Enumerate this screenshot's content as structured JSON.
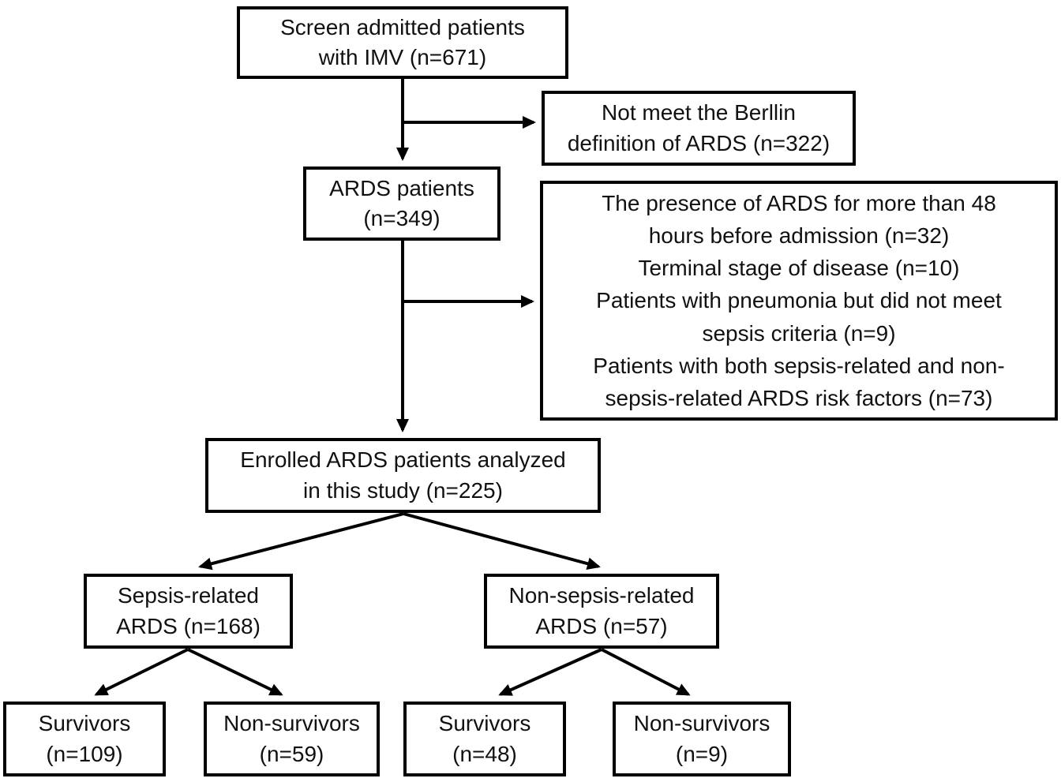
{
  "diagram": {
    "type": "flowchart",
    "background_color": "#ffffff",
    "line_color": "#000000",
    "box_fill_color": "#ffffff",
    "box_border_color": "#000000",
    "text_color": "#111111",
    "boxes": {
      "screen": {
        "lines": [
          "Screen admitted patients",
          "with IMV  (n=671)"
        ],
        "n": 671
      },
      "not_berlin": {
        "lines": [
          "Not meet the Berllin",
          "definition of ARDS (n=322)"
        ],
        "n": 322
      },
      "ards": {
        "lines": [
          "ARDS patients",
          "(n=349)"
        ],
        "n": 349
      },
      "exclusions": {
        "lines": [
          "The presence of ARDS for more than 48",
          "hours before admission (n=32)",
          "Terminal stage of disease (n=10)",
          "Patients  with pneumonia but did not meet",
          "sepsis criteria (n=9)",
          "Patients with both sepsis-related and non-",
          "sepsis-related ARDS risk factors (n=73)"
        ],
        "items": [
          {
            "label": "The presence of ARDS for more than 48 hours before admission",
            "n": 32
          },
          {
            "label": "Terminal stage of disease",
            "n": 10
          },
          {
            "label": "Patients with pneumonia but did not meet sepsis criteria",
            "n": 9
          },
          {
            "label": "Patients with both sepsis-related and non-sepsis-related ARDS risk factors",
            "n": 73
          }
        ]
      },
      "enrolled": {
        "lines": [
          "Enrolled ARDS patients  analyzed",
          "in this study (n=225)"
        ],
        "n": 225
      },
      "sepsis": {
        "lines": [
          "Sepsis-related",
          "ARDS (n=168)"
        ],
        "n": 168
      },
      "non_sepsis": {
        "lines": [
          "Non-sepsis-related",
          "ARDS (n=57)"
        ],
        "n": 57
      },
      "sepsis_survivors": {
        "lines": [
          "Survivors",
          "(n=109)"
        ],
        "n": 109
      },
      "sepsis_non_survivors": {
        "lines": [
          "Non-survivors",
          "(n=59)"
        ],
        "n": 59
      },
      "non_sepsis_survivors": {
        "lines": [
          "Survivors",
          "(n=48)"
        ],
        "n": 48
      },
      "non_sepsis_non_survivors": {
        "lines": [
          "Non-survivors",
          "(n=9)"
        ],
        "n": 9
      }
    },
    "edges": [
      {
        "from": "screen",
        "to": "ards"
      },
      {
        "from": "screen",
        "to": "not_berlin"
      },
      {
        "from": "ards",
        "to": "enrolled"
      },
      {
        "from": "ards",
        "to": "exclusions"
      },
      {
        "from": "enrolled",
        "to": "sepsis"
      },
      {
        "from": "enrolled",
        "to": "non_sepsis"
      },
      {
        "from": "sepsis",
        "to": "sepsis_survivors"
      },
      {
        "from": "sepsis",
        "to": "sepsis_non_survivors"
      },
      {
        "from": "non_sepsis",
        "to": "non_sepsis_survivors"
      },
      {
        "from": "non_sepsis",
        "to": "non_sepsis_non_survivors"
      }
    ]
  }
}
